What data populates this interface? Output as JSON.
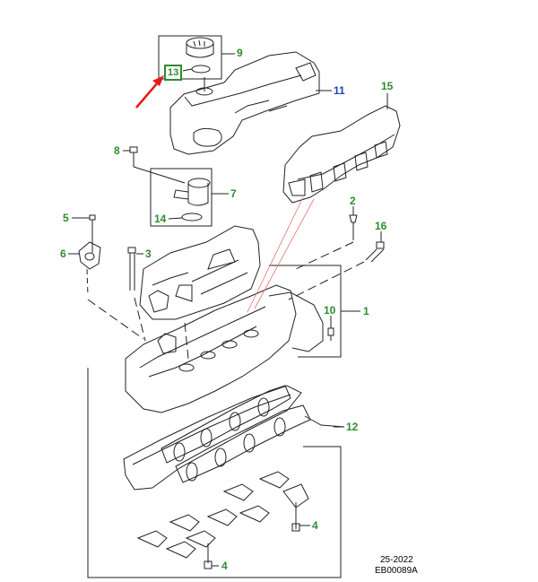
{
  "callouts": {
    "c1": "1",
    "c2": "2",
    "c3": "3",
    "c4a": "4",
    "c4b": "4",
    "c5": "5",
    "c6": "6",
    "c7": "7",
    "c8": "8",
    "c9": "9",
    "c10": "10",
    "c11": "11",
    "c12": "12",
    "c13": "13",
    "c14": "14",
    "c15": "15",
    "c16": "16"
  },
  "footer": {
    "line1": "25-2022",
    "line2": "EB00089A"
  },
  "colors": {
    "callout_green": "#2e8b2e",
    "callout_blue": "#1f3fbf",
    "arrow_red": "#e8191b",
    "leader_pink": "#e57373",
    "line_art": "#222222"
  }
}
